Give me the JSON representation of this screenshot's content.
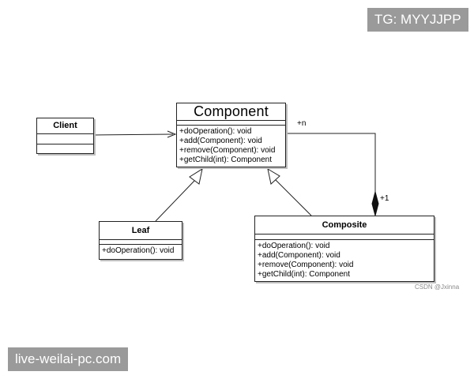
{
  "classes": {
    "client": {
      "name": "Client",
      "operations": []
    },
    "component": {
      "name": "Component",
      "operations": [
        "+doOperation(): void",
        "+add(Component): void",
        "+remove(Component): void",
        "+getChild(int): Component"
      ]
    },
    "leaf": {
      "name": "Leaf",
      "operations": [
        "+doOperation(): void"
      ]
    },
    "composite": {
      "name": "Composite",
      "operations": [
        "+doOperation(): void",
        "+add(Component): void",
        "+remove(Component): void",
        "+getChild(int): Component"
      ]
    }
  },
  "multiplicities": {
    "component_end": "+n",
    "composite_end": "+1"
  },
  "credit": "CSDN @Jxinna",
  "watermarks": {
    "top": "TG: MYYJJPP",
    "bottom": "live-weilai-pc.com"
  },
  "colors": {
    "line": "#222222",
    "shadow": "#bfbfbf",
    "watermark_bg": "#9a9a9a"
  }
}
